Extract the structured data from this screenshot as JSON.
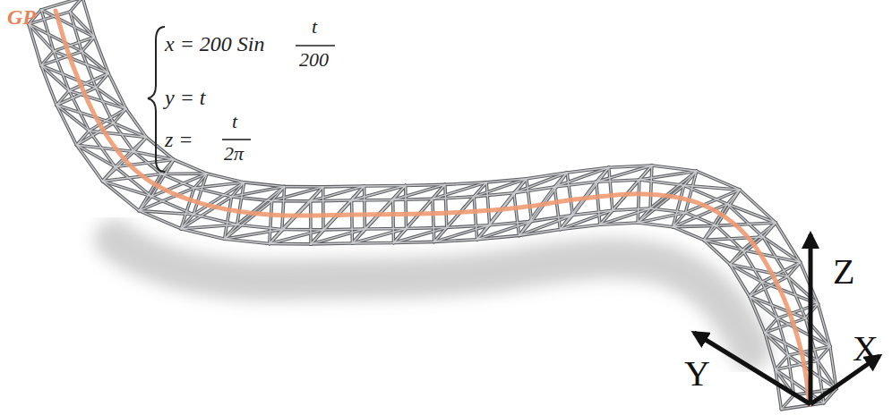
{
  "diagram": {
    "labels": [
      "GP",
      "x = 200 Sin",
      "t",
      "200",
      "y = t",
      "z =",
      "t",
      "2π",
      "Z",
      "Y",
      "X"
    ]
  }
}
